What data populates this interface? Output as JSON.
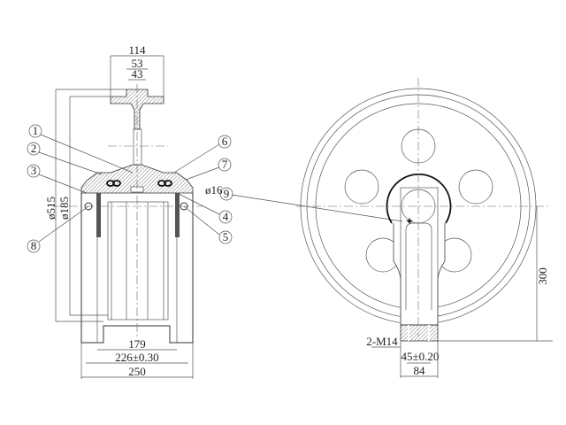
{
  "drawing": {
    "title": "Idler wheel assembly drawing",
    "part_labels": [
      "1",
      "2",
      "3",
      "4",
      "5",
      "6",
      "7",
      "8",
      "9"
    ],
    "left_view": {
      "top_dims": [
        "114",
        "53",
        "43"
      ],
      "diameters": [
        "ø515",
        "ø185"
      ],
      "pin_diameter": "ø16",
      "bottom_dims": [
        "179",
        "226±0.30",
        "250"
      ]
    },
    "right_view": {
      "height_dim": "300",
      "thread": "2-M14",
      "slot_dim": "45±0.20",
      "width_dim": "84"
    }
  }
}
